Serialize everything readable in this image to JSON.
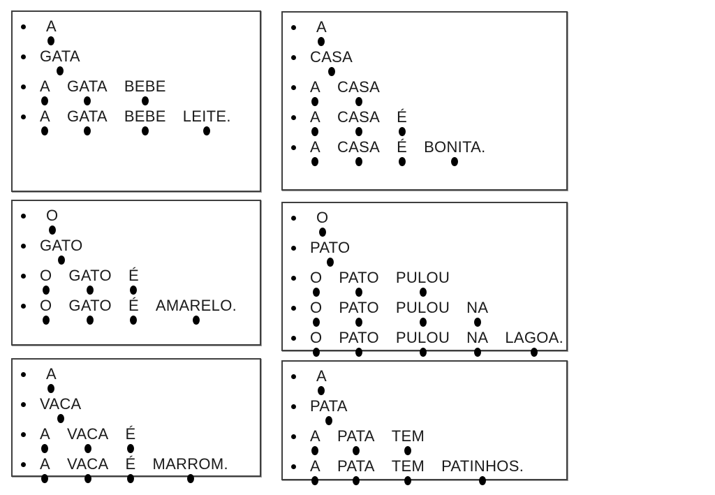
{
  "colors": {
    "text": "#1a1a1a",
    "border": "#3f3f3f",
    "dot": "#000000",
    "background": "#ffffff"
  },
  "marks": {
    "bullet_icon": "filled-circle",
    "word_marker": "filled-ellipse-under-each-word"
  },
  "boxes": [
    {
      "name": "gata",
      "lines": [
        {
          "words": [
            "A"
          ]
        },
        {
          "words": [
            "GATA"
          ]
        },
        {
          "words": [
            "A",
            "GATA",
            "BEBE"
          ]
        },
        {
          "words": [
            "A",
            "GATA",
            "BEBE",
            "LEITE."
          ]
        }
      ]
    },
    {
      "name": "casa",
      "lines": [
        {
          "words": [
            "A"
          ]
        },
        {
          "words": [
            "CASA"
          ]
        },
        {
          "words": [
            "A",
            "CASA"
          ]
        },
        {
          "words": [
            "A",
            "CASA",
            "É"
          ]
        },
        {
          "words": [
            "A",
            "CASA",
            "É",
            "BONITA."
          ]
        }
      ]
    },
    {
      "name": "gato",
      "lines": [
        {
          "words": [
            "O"
          ]
        },
        {
          "words": [
            "GATO"
          ]
        },
        {
          "words": [
            "O",
            "GATO",
            "É"
          ]
        },
        {
          "words": [
            "O",
            "GATO",
            "É",
            "AMARELO."
          ]
        }
      ]
    },
    {
      "name": "pato",
      "lines": [
        {
          "words": [
            "O"
          ]
        },
        {
          "words": [
            "PATO"
          ]
        },
        {
          "words": [
            "O",
            "PATO",
            "PULOU"
          ]
        },
        {
          "words": [
            "O",
            "PATO",
            "PULOU",
            "NA"
          ]
        },
        {
          "words": [
            "O",
            "PATO",
            "PULOU",
            "NA",
            "LAGOA."
          ]
        }
      ]
    },
    {
      "name": "vaca",
      "lines": [
        {
          "words": [
            "A"
          ]
        },
        {
          "words": [
            "VACA"
          ]
        },
        {
          "words": [
            "A",
            "VACA",
            "É"
          ]
        },
        {
          "words": [
            "A",
            "VACA",
            "É",
            "MARROM."
          ]
        }
      ]
    },
    {
      "name": "pata",
      "lines": [
        {
          "words": [
            "A"
          ]
        },
        {
          "words": [
            "PATA"
          ]
        },
        {
          "words": [
            "A",
            "PATA",
            "TEM"
          ]
        },
        {
          "words": [
            "A",
            "PATA",
            "TEM",
            "PATINHOS."
          ]
        }
      ]
    }
  ]
}
